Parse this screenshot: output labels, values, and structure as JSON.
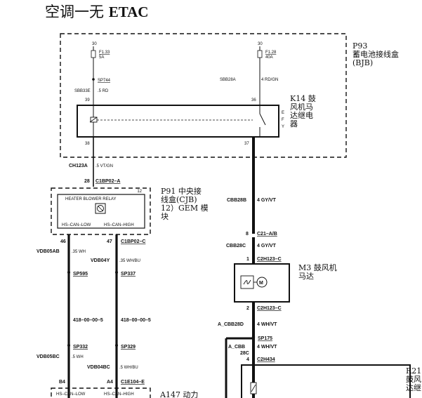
{
  "title": {
    "cn": "空调一无 ",
    "en": "ETAC"
  },
  "components": {
    "p93": {
      "id": "P93",
      "line1": "蓄电池接线盒",
      "line2": "(BJB)"
    },
    "k14": {
      "line1": "K14  鼓",
      "line2": "风机马",
      "line3": "达继电",
      "line4": "器"
    },
    "p91": {
      "line1": "P91  中央接",
      "line2": "线盒(CJB)",
      "line3": "12）GEM 模",
      "line4": "块"
    },
    "m3": {
      "line1": "M3  鼓风机",
      "line2": "马达"
    },
    "a147": {
      "text": "A147  动力"
    },
    "r21": {
      "line1": "R21",
      "line2": "鼓风",
      "line3": "达继"
    }
  },
  "labels": {
    "b30a": "30",
    "b30b": "30",
    "f1_33": "F1.33",
    "f1_33a": "5A",
    "f1_28": "F1.28",
    "f1_28a": "40A",
    "sp744": "SP744",
    "sbb33e": "SBB33E",
    "sbb33e_w": ".5 RD",
    "sbb28a": "SBB28A",
    "sbb28a_w": "4 RD/GN",
    "p39": "39",
    "p36": "36",
    "p38": "38",
    "p37": "37",
    "kterm1": "E",
    "kterm2": "F",
    "kterm3": "Y",
    "ch123a": "CH123A",
    "ch123a_w": ".5 VT/GN",
    "p28": "28",
    "c1bp02a": "C1BP02–A",
    "p12": "12",
    "relay_label": "HEATER BLOWER RELAY",
    "hs_low": "HS–CAN–LOW",
    "hs_high": "HS–CAN–HIGH",
    "p46": "46",
    "p47": "47",
    "c1bp02c": "C1BP02–C",
    "vdb05ab": "VDB05AB",
    "vdb05ab_w": ".35 WH",
    "vdb04y": "VDB04Y",
    "vdb04y_w": ".35 WH/BU",
    "sp595": "SP595",
    "sp337": "SP337",
    "ref1": "418–00–00–5",
    "ref2": "418–00–00–5",
    "sp332": "SP332",
    "sp329": "SP329",
    "vdb05bc": "VDB05BC",
    "vdb05bc_w": ".5 WH",
    "vdb04bc": "VDB04BC",
    "vdb04bc_w": ".5 WH/BU",
    "b4": "B4",
    "a4": "A4",
    "c1e104e": "C1E104–E",
    "hs_low2": "HS–CAN–LOW",
    "hs_high2": "HS–CAN–HIGH",
    "cbb28b": "CBB28B",
    "cbb28b_w": "4 GY/VT",
    "p8": "8",
    "c21ab": "C21–A/B",
    "cbb28c": "CBB28C",
    "cbb28c_w": "4 GY/VT",
    "p1": "1",
    "c2h123c": "C2H123–C",
    "p2": "2",
    "c2h123c2": "C2H123–C",
    "a_cbb28d": "A_CBB28D",
    "a_cbb28d_w": "4 WH/VT",
    "sp175": "SP175",
    "a_cbb": "A_CBB",
    "a_cbb_n": "28C",
    "a_cbb_w": "4 WH/VT",
    "p4": "4",
    "c2h434": "C2H434"
  }
}
